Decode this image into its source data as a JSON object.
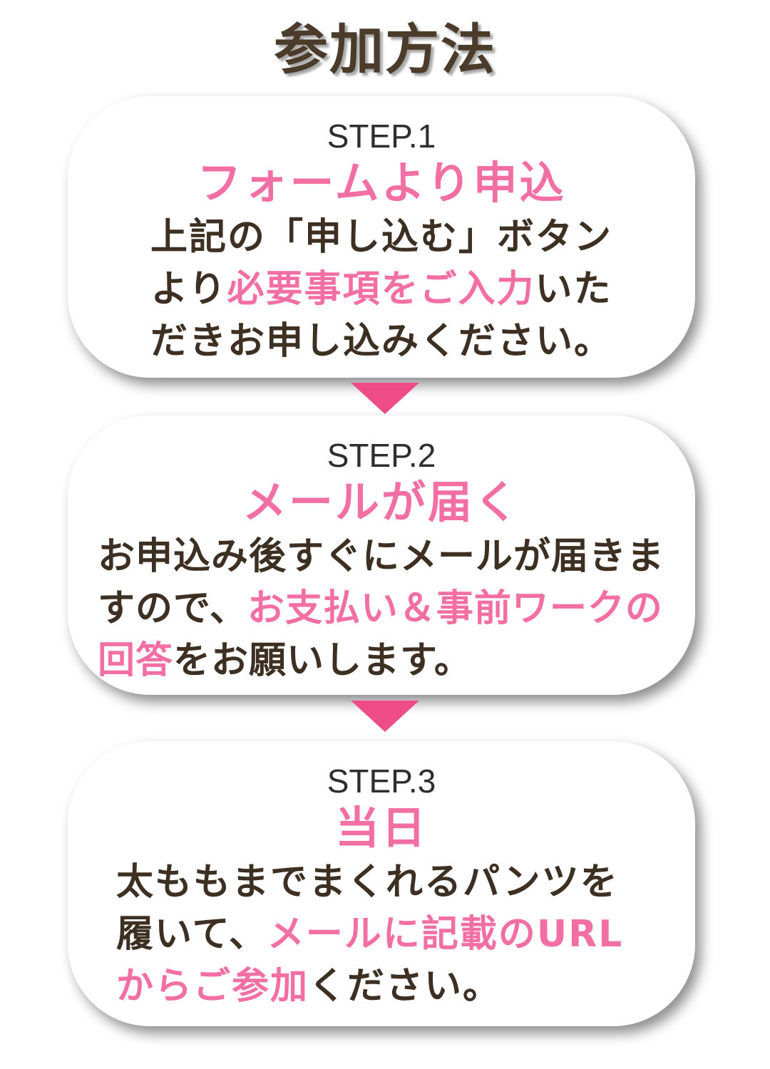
{
  "title": "参加方法",
  "colors": {
    "accent": "#f26fa4",
    "arrow": "#ee4c86",
    "text": "#3d2f22"
  },
  "steps": [
    {
      "label": "STEP.1",
      "heading": "フォームより申込",
      "body": {
        "line1": "上記の「申し込む」ボタン",
        "line2_a": "より",
        "line2_hl": "必要事項をご入力",
        "line2_b": "いた",
        "line3": "だきお申し込みください。"
      }
    },
    {
      "label": "STEP.2",
      "heading": "メールが届く",
      "body": {
        "line1": "お申込み後すぐにメールが届きま",
        "line2_a": "すので、",
        "line2_hl": "お支払い＆事前ワークの",
        "line3_hl": "回答",
        "line3_b": "をお願いします。"
      }
    },
    {
      "label": "STEP.3",
      "heading": "当日",
      "body": {
        "line1": "太ももまでまくれるパンツを",
        "line2_a": "履いて、",
        "line2_hl": "メールに記載のURL",
        "line3_hl": "からご参加",
        "line3_b": "ください。"
      }
    }
  ]
}
